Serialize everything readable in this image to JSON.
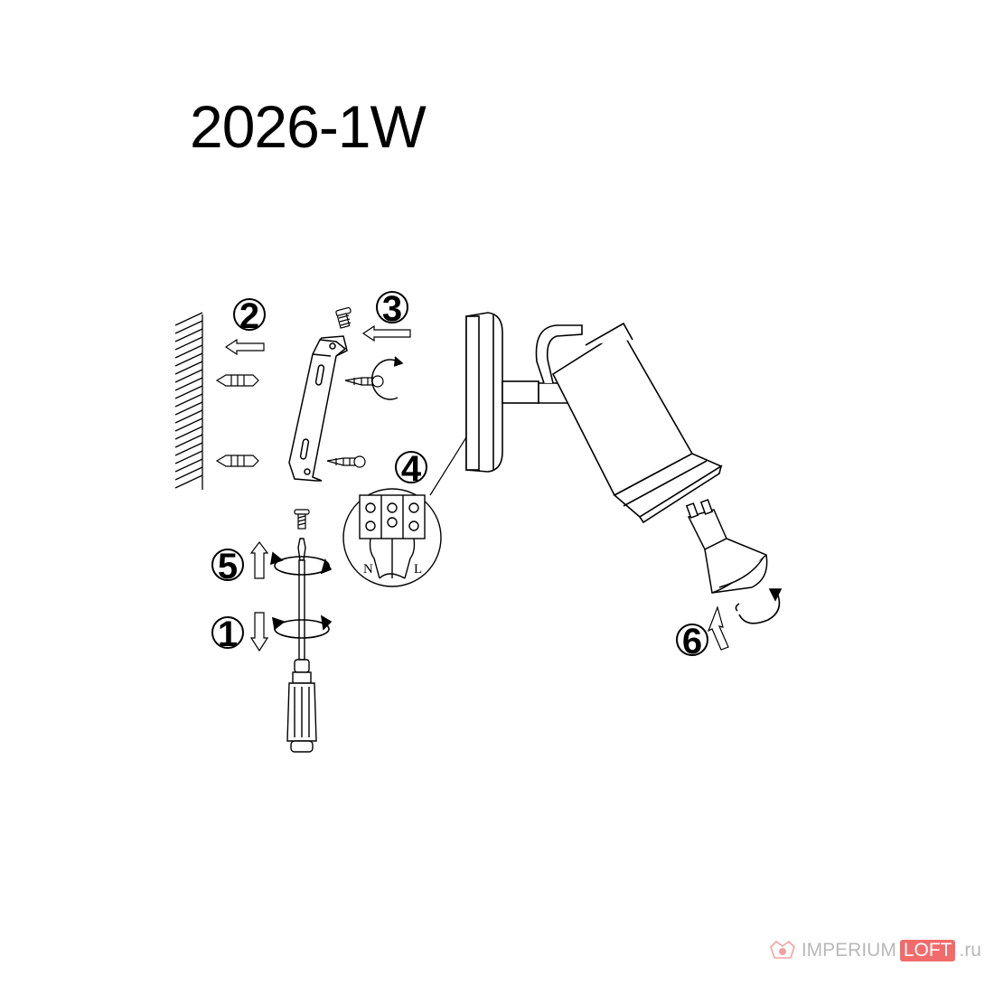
{
  "title": "2026-1W",
  "steps": [
    "1",
    "2",
    "3",
    "4",
    "5",
    "6"
  ],
  "wiring": {
    "neutral": "N",
    "live": "L"
  },
  "watermark": {
    "brand_a": "IMPERIUM",
    "brand_b": "LOFT",
    "tld": ".ru"
  },
  "colors": {
    "line": "#000000",
    "arrow_gray": "#9a9a9a",
    "accent": "#f26b6b"
  }
}
